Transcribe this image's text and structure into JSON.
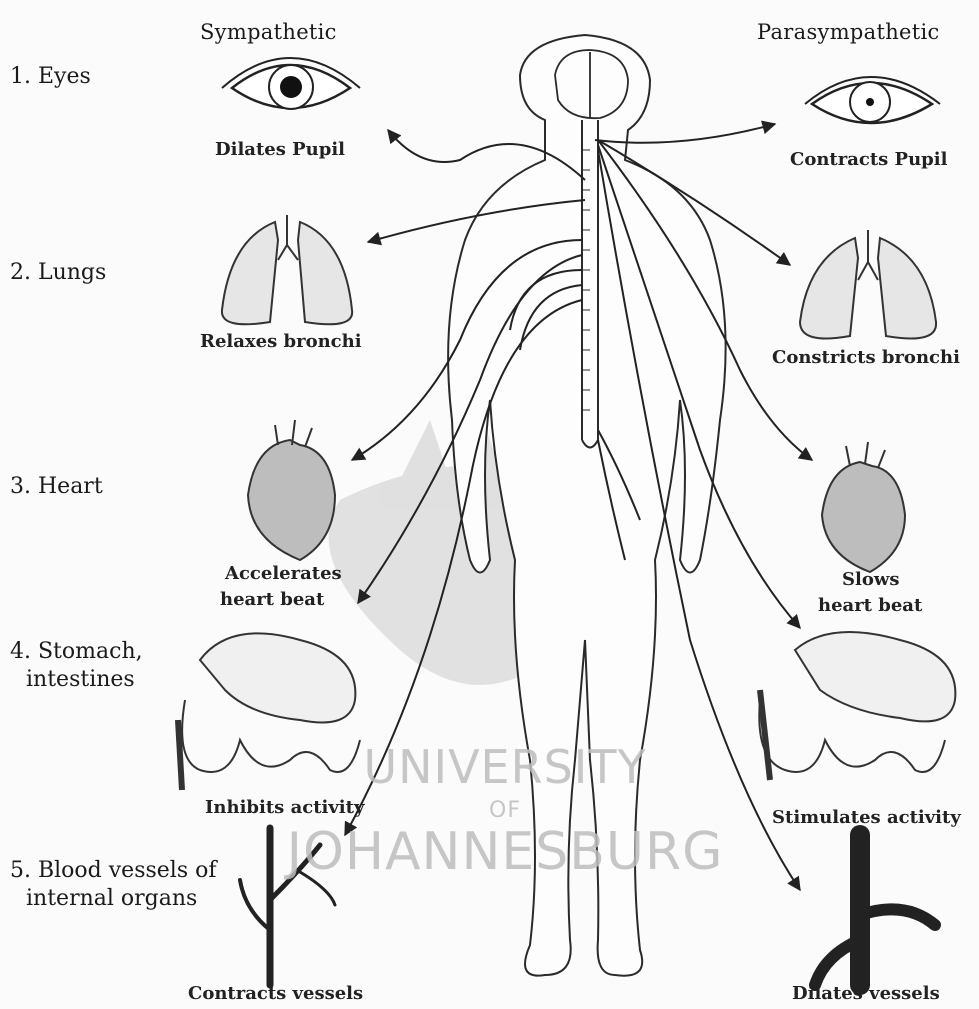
{
  "headers": {
    "left": "Sympathetic",
    "right": "Parasympathetic"
  },
  "organs": [
    {
      "label": "1. Eyes",
      "sympathetic": "Dilates Pupil",
      "parasympathetic": "Contracts Pupil"
    },
    {
      "label": "2. Lungs",
      "sympathetic": "Relaxes bronchi",
      "parasympathetic": "Constricts bronchi"
    },
    {
      "label": "3. Heart",
      "sympathetic_l1": "Accelerates",
      "sympathetic_l2": "heart beat",
      "parasympathetic_l1": "Slows",
      "parasympathetic_l2": "heart beat"
    },
    {
      "label_l1": "4. Stomach,",
      "label_l2": "intestines",
      "sympathetic": "Inhibits activity",
      "parasympathetic": "Stimulates activity"
    },
    {
      "label_l1": "5. Blood vessels of",
      "label_l2": "internal organs",
      "sympathetic": "Contracts vessels",
      "parasympathetic": "Dilates vessels"
    }
  ],
  "watermark": {
    "line1": "UNIVERSITY",
    "line2": "OF",
    "line3": "JOHANNESBURG"
  }
}
